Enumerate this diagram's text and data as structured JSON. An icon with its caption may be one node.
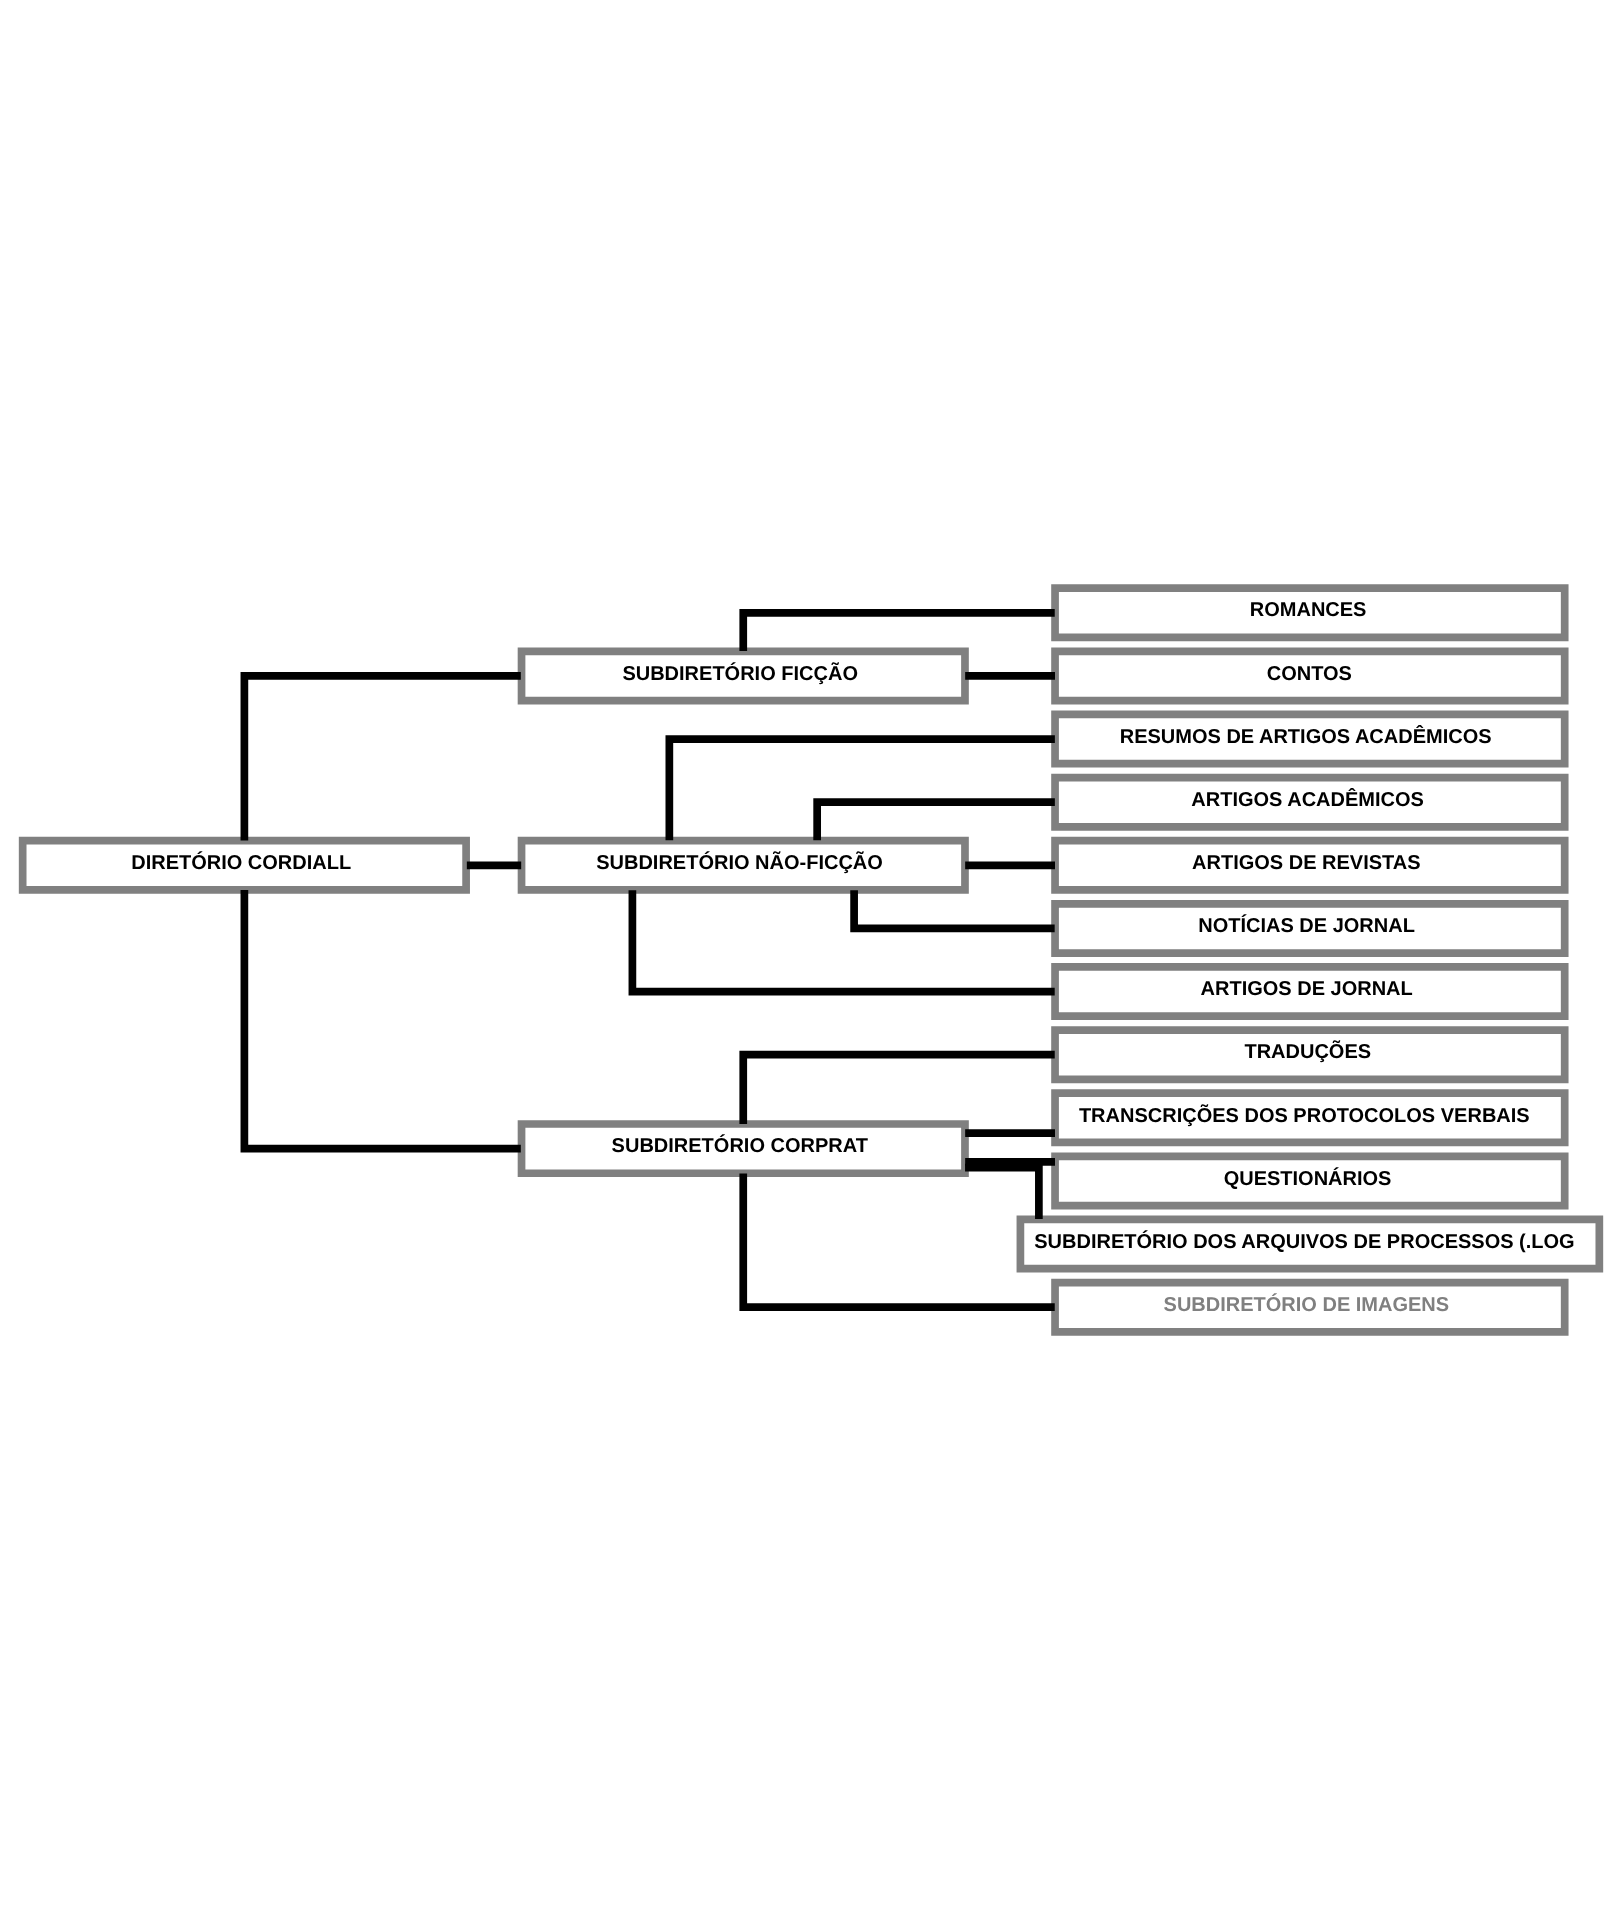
{
  "diagram": {
    "nodes": [
      {
        "text": [
          "DIRETÓRIO CORDIALL"
        ]
      },
      {
        "text": [
          "SUBDIRETÓRIO FICÇÃO"
        ]
      },
      {
        "text": [
          "ROMANCES"
        ]
      },
      {
        "text": [
          "CONTOS"
        ]
      },
      {
        "text": [
          "SUBDIRETÓRIO NÃO-FICÇÃO"
        ]
      },
      {
        "text": [
          "RESUMOS DE ARTIGOS ACADÊMICOS"
        ]
      },
      {
        "text": [
          "ARTIGOS ACADÊMICOS"
        ]
      },
      {
        "text": [
          "ARTIGOS DE REVISTAS"
        ]
      },
      {
        "text": [
          "NOTÍCIAS DE JORNAL"
        ]
      },
      {
        "text": [
          "ARTIGOS DE JORNAL"
        ]
      },
      {
        "text": [
          "SUBDIRETÓRIO CORPRAT"
        ]
      },
      {
        "text": [
          "TRADUÇÕES"
        ]
      },
      {
        "text": [
          "TRANSCRIÇÕES DOS PROTOCOLOS VERBAIS"
        ]
      },
      {
        "text": [
          "QUESTIONÁRIOS"
        ]
      },
      {
        "text": [
          "SUBDIRETÓRIO DOS ARQUIVOS DE PROCESSOS (.LOG"
        ]
      },
      {
        "text": [
          "SUBDIRETÓRIO DE IMAGENS"
        ]
      }
    ],
    "edges": [
      {
        "from": 0,
        "to": 1,
        "arrow": "none"
      },
      {
        "from": 0,
        "to": 4,
        "arrow": "none"
      },
      {
        "from": 0,
        "to": 10,
        "arrow": "none"
      },
      {
        "from": 1,
        "to": 2,
        "arrow": "none"
      },
      {
        "from": 1,
        "to": 3,
        "arrow": "none"
      },
      {
        "from": 4,
        "to": 5,
        "arrow": "none"
      },
      {
        "from": 4,
        "to": 6,
        "arrow": "none"
      },
      {
        "from": 4,
        "to": 7,
        "arrow": "none"
      },
      {
        "from": 4,
        "to": 8,
        "arrow": "none"
      },
      {
        "from": 4,
        "to": 9,
        "arrow": "none"
      },
      {
        "from": 10,
        "to": 11,
        "arrow": "none"
      },
      {
        "from": 10,
        "to": 12,
        "arrow": "none"
      },
      {
        "from": 10,
        "to": 13,
        "arrow": "none"
      },
      {
        "from": 10,
        "to": 14,
        "arrow": "none"
      },
      {
        "from": 10,
        "to": 15,
        "arrow": "none"
      }
    ]
  }
}
